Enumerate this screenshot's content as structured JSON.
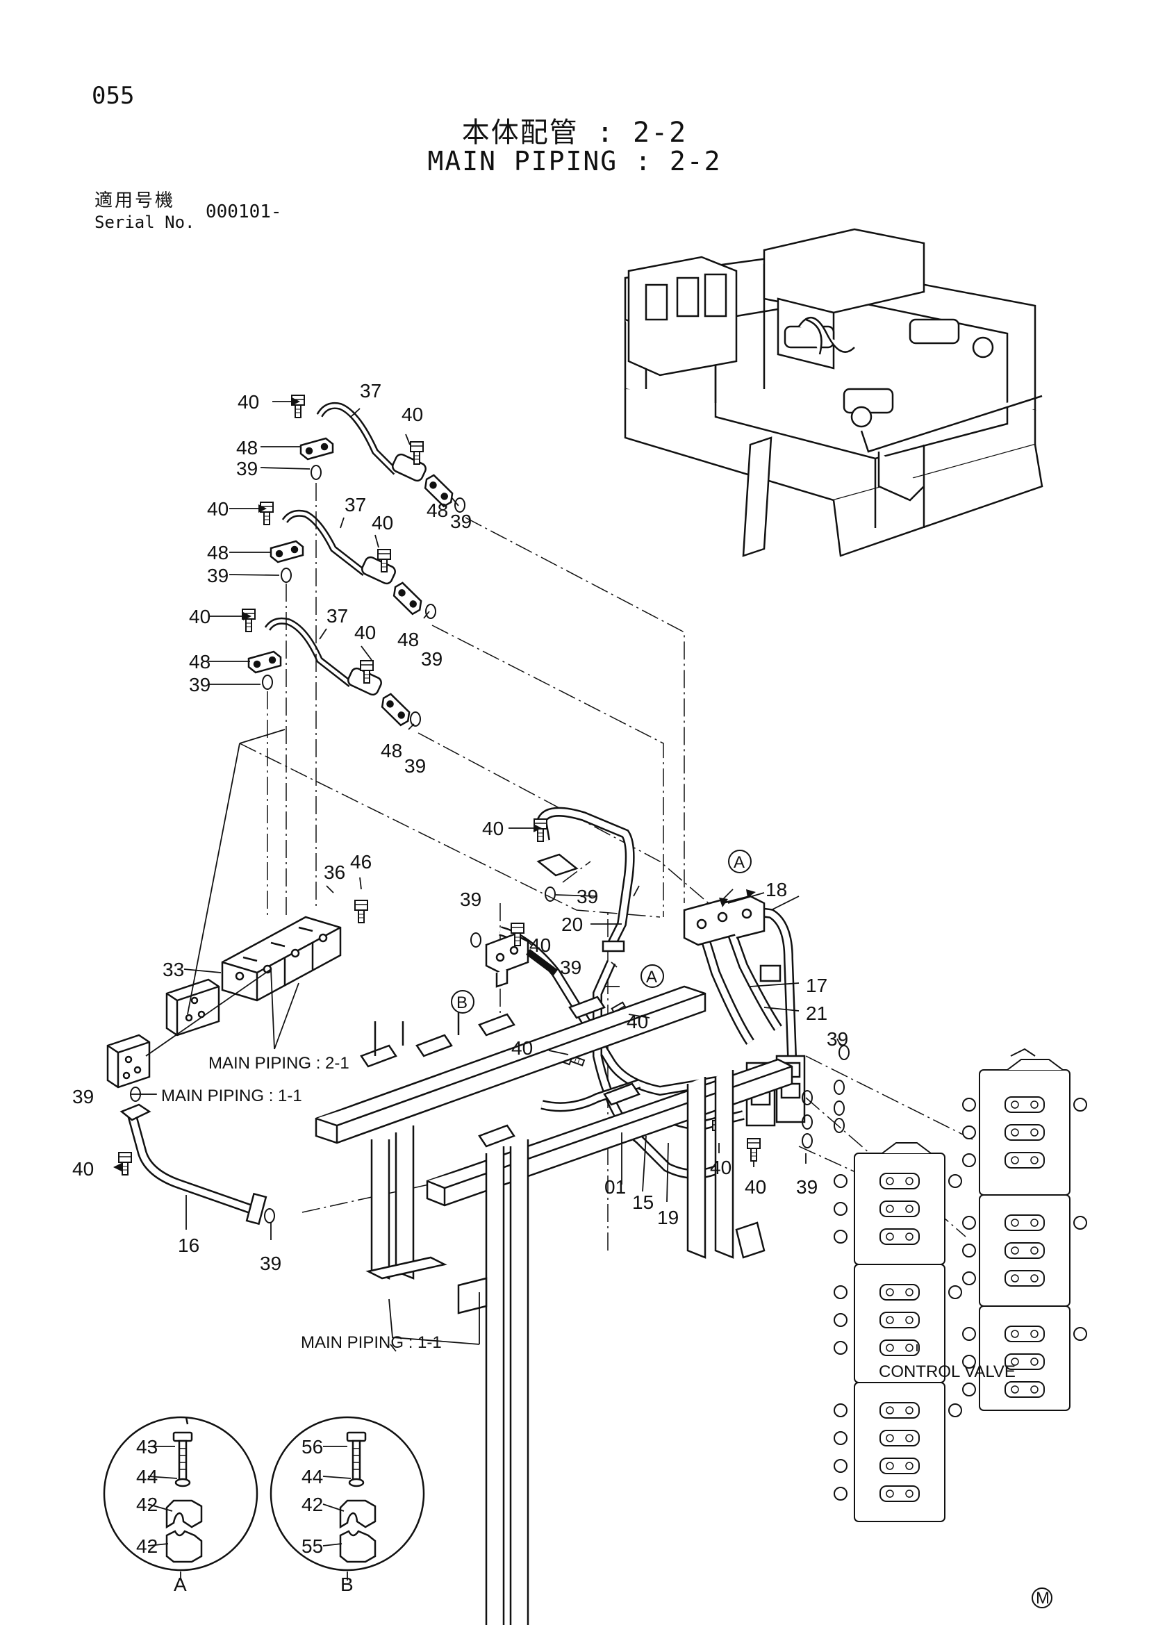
{
  "header": {
    "page_number": "055",
    "title_jp": "本体配管 : 2-2",
    "title_en": "MAIN PIPING : 2-2",
    "serial_label_jp": "適用号機",
    "serial_label_en": "Serial No.",
    "serial_value": "000101-"
  },
  "callouts": {
    "c40": "40",
    "c37": "37",
    "c48": "48",
    "c39": "39",
    "c46": "46",
    "c36": "36",
    "c33": "33",
    "c20": "20",
    "c18": "18",
    "c17": "17",
    "c21": "21",
    "c16": "16",
    "c01": "01",
    "c15": "15",
    "c19": "19",
    "c43": "43",
    "c44": "44",
    "c42": "42",
    "c56": "56",
    "c55": "55"
  },
  "labels": {
    "main_piping_2_1": "MAIN PIPING : 2-1",
    "main_piping_1_1": "MAIN PIPING : 1-1",
    "control_valve": "CONTROL VALVE",
    "detail_a": "A",
    "detail_b": "B",
    "marker_m": "M"
  }
}
